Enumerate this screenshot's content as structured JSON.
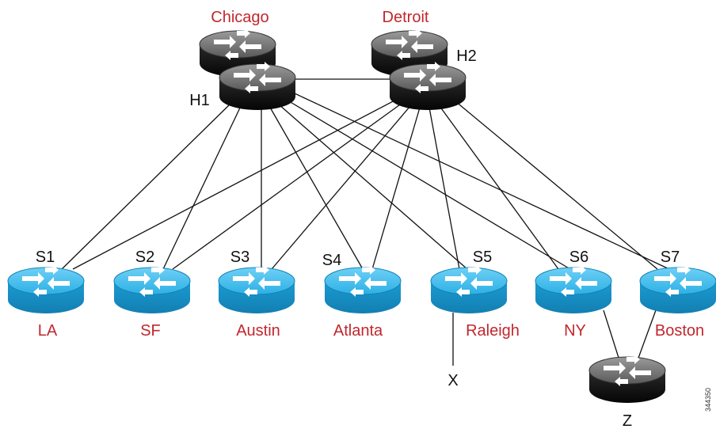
{
  "hubs": [
    {
      "id": "H1",
      "site": "Chicago"
    },
    {
      "id": "H2",
      "site": "Detroit"
    }
  ],
  "spokes": [
    {
      "id": "S1",
      "site": "LA"
    },
    {
      "id": "S2",
      "site": "SF"
    },
    {
      "id": "S3",
      "site": "Austin"
    },
    {
      "id": "S4",
      "site": "Atlanta"
    },
    {
      "id": "S5",
      "site": "Raleigh"
    },
    {
      "id": "S6",
      "site": "NY"
    },
    {
      "id": "S7",
      "site": "Boston"
    }
  ],
  "extra": {
    "x_label": "X",
    "z_label": "Z"
  },
  "figure_id": "344350",
  "colors": {
    "site_label": "#c1272d",
    "spoke_router": "#1ba1d8",
    "hub_router": "#2a2a2a",
    "node_label": "#111111"
  }
}
